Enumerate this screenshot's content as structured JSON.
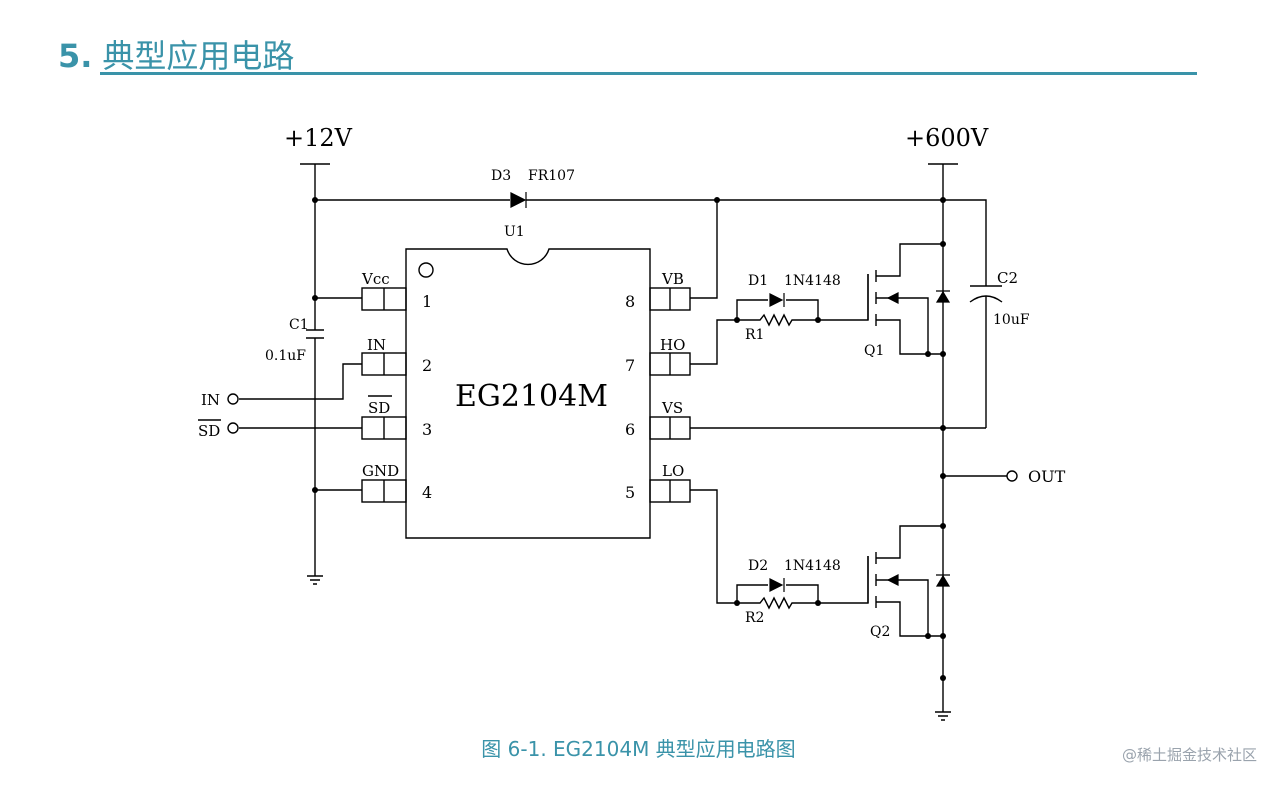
{
  "section": {
    "number": "5.",
    "title": "典型应用电路"
  },
  "caption": "图 6-1. EG2104M 典型应用电路图",
  "watermark": "@稀土掘金技术社区",
  "colors": {
    "accent": "#3a93a9",
    "wire": "#000000"
  },
  "circuit": {
    "supply_low": "+12V",
    "supply_high": "+600V",
    "ic_ref": "U1",
    "ic_name": "EG2104M",
    "pins_left": [
      {
        "num": "1",
        "name": "Vcc"
      },
      {
        "num": "2",
        "name": "IN"
      },
      {
        "num": "3",
        "name": "SD"
      },
      {
        "num": "4",
        "name": "GND"
      }
    ],
    "pins_right": [
      {
        "num": "8",
        "name": "VB"
      },
      {
        "num": "7",
        "name": "HO"
      },
      {
        "num": "6",
        "name": "VS"
      },
      {
        "num": "5",
        "name": "LO"
      }
    ],
    "d3": {
      "ref": "D3",
      "part": "FR107"
    },
    "c1": {
      "ref": "C1",
      "value": "0.1uF"
    },
    "c2": {
      "ref": "C2",
      "value": "10uF"
    },
    "d1": {
      "ref": "D1",
      "part": "1N4148"
    },
    "d2": {
      "ref": "D2",
      "part": "1N4148"
    },
    "r1": {
      "ref": "R1"
    },
    "r2": {
      "ref": "R2"
    },
    "q1": {
      "ref": "Q1"
    },
    "q2": {
      "ref": "Q2"
    },
    "in_terminal": "IN",
    "sd_terminal": "SD",
    "out_terminal": "OUT"
  }
}
